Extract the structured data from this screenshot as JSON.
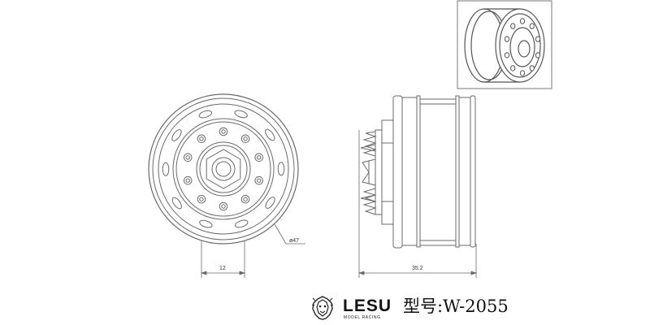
{
  "dimensions": {
    "width_label": "12",
    "length_label": "35.2",
    "diameter_label": "ø47"
  },
  "brand": {
    "logo_text": "LESU",
    "logo_subtext": "MODEL RACING",
    "logo_icon": "lion-head-icon"
  },
  "model": {
    "label": "型号:",
    "number": "W-2055"
  },
  "colors": {
    "line": "#6a6a6a",
    "text": "#111111"
  }
}
